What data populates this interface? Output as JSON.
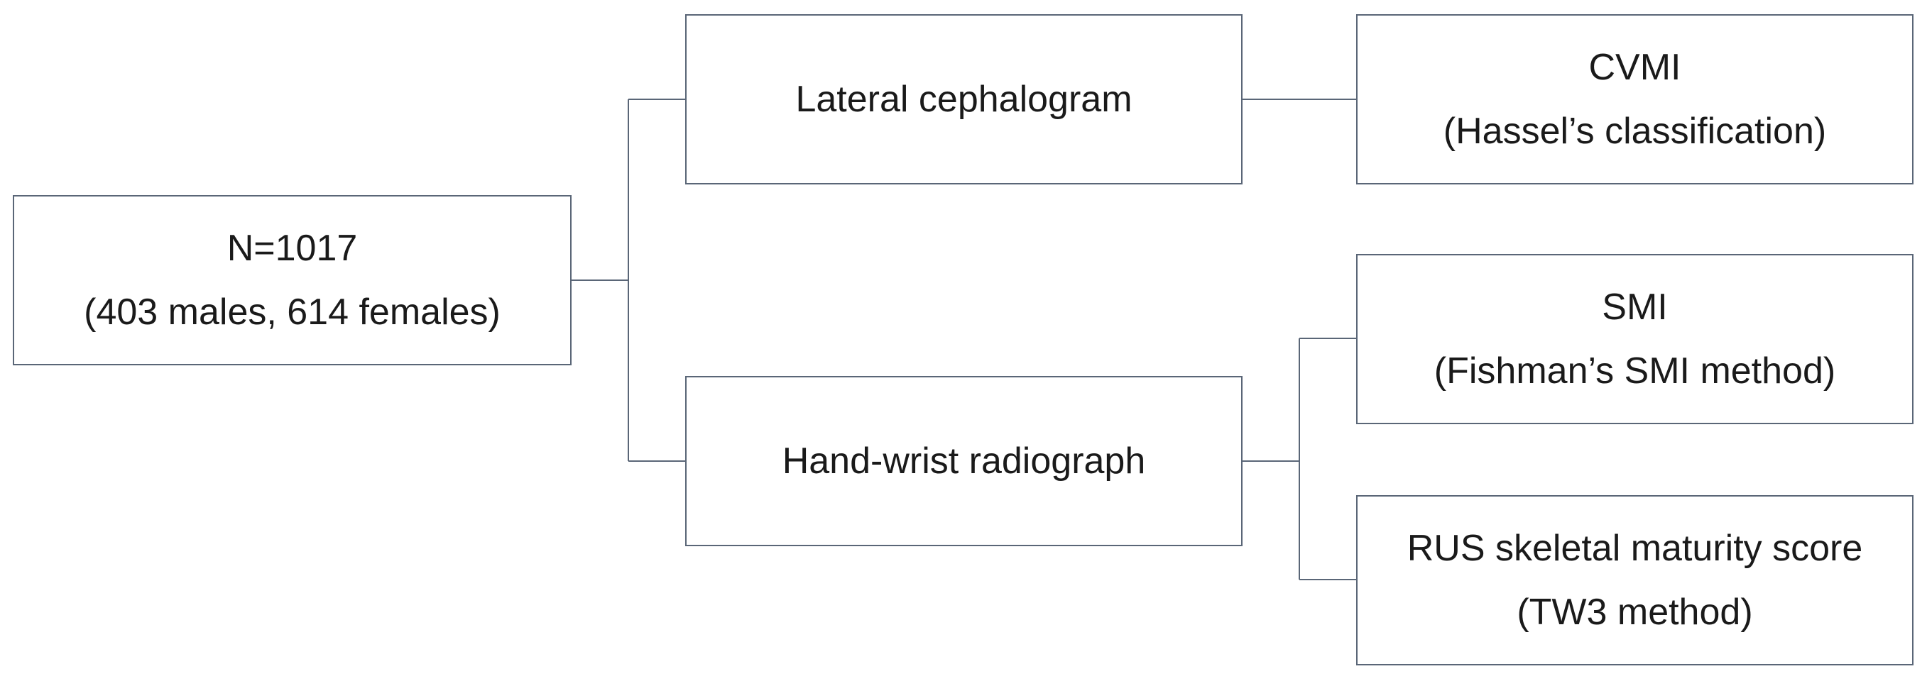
{
  "root": {
    "line1": "N=1017",
    "line2": "(403 males, 614 females)"
  },
  "level1": {
    "lateral": "Lateral cephalogram",
    "handwrist": "Hand-wrist radiograph"
  },
  "level2": {
    "cvmi": {
      "line1": "CVMI",
      "line2": "(Hassel’s classification)"
    },
    "smi": {
      "line1": "SMI",
      "line2": "(Fishman’s SMI method)"
    },
    "rus": {
      "line1": "RUS skeletal maturity score",
      "line2": "(TW3 method)"
    }
  },
  "colors": {
    "border": "#5a6677",
    "text": "#1a1a1a",
    "background": "#ffffff"
  }
}
